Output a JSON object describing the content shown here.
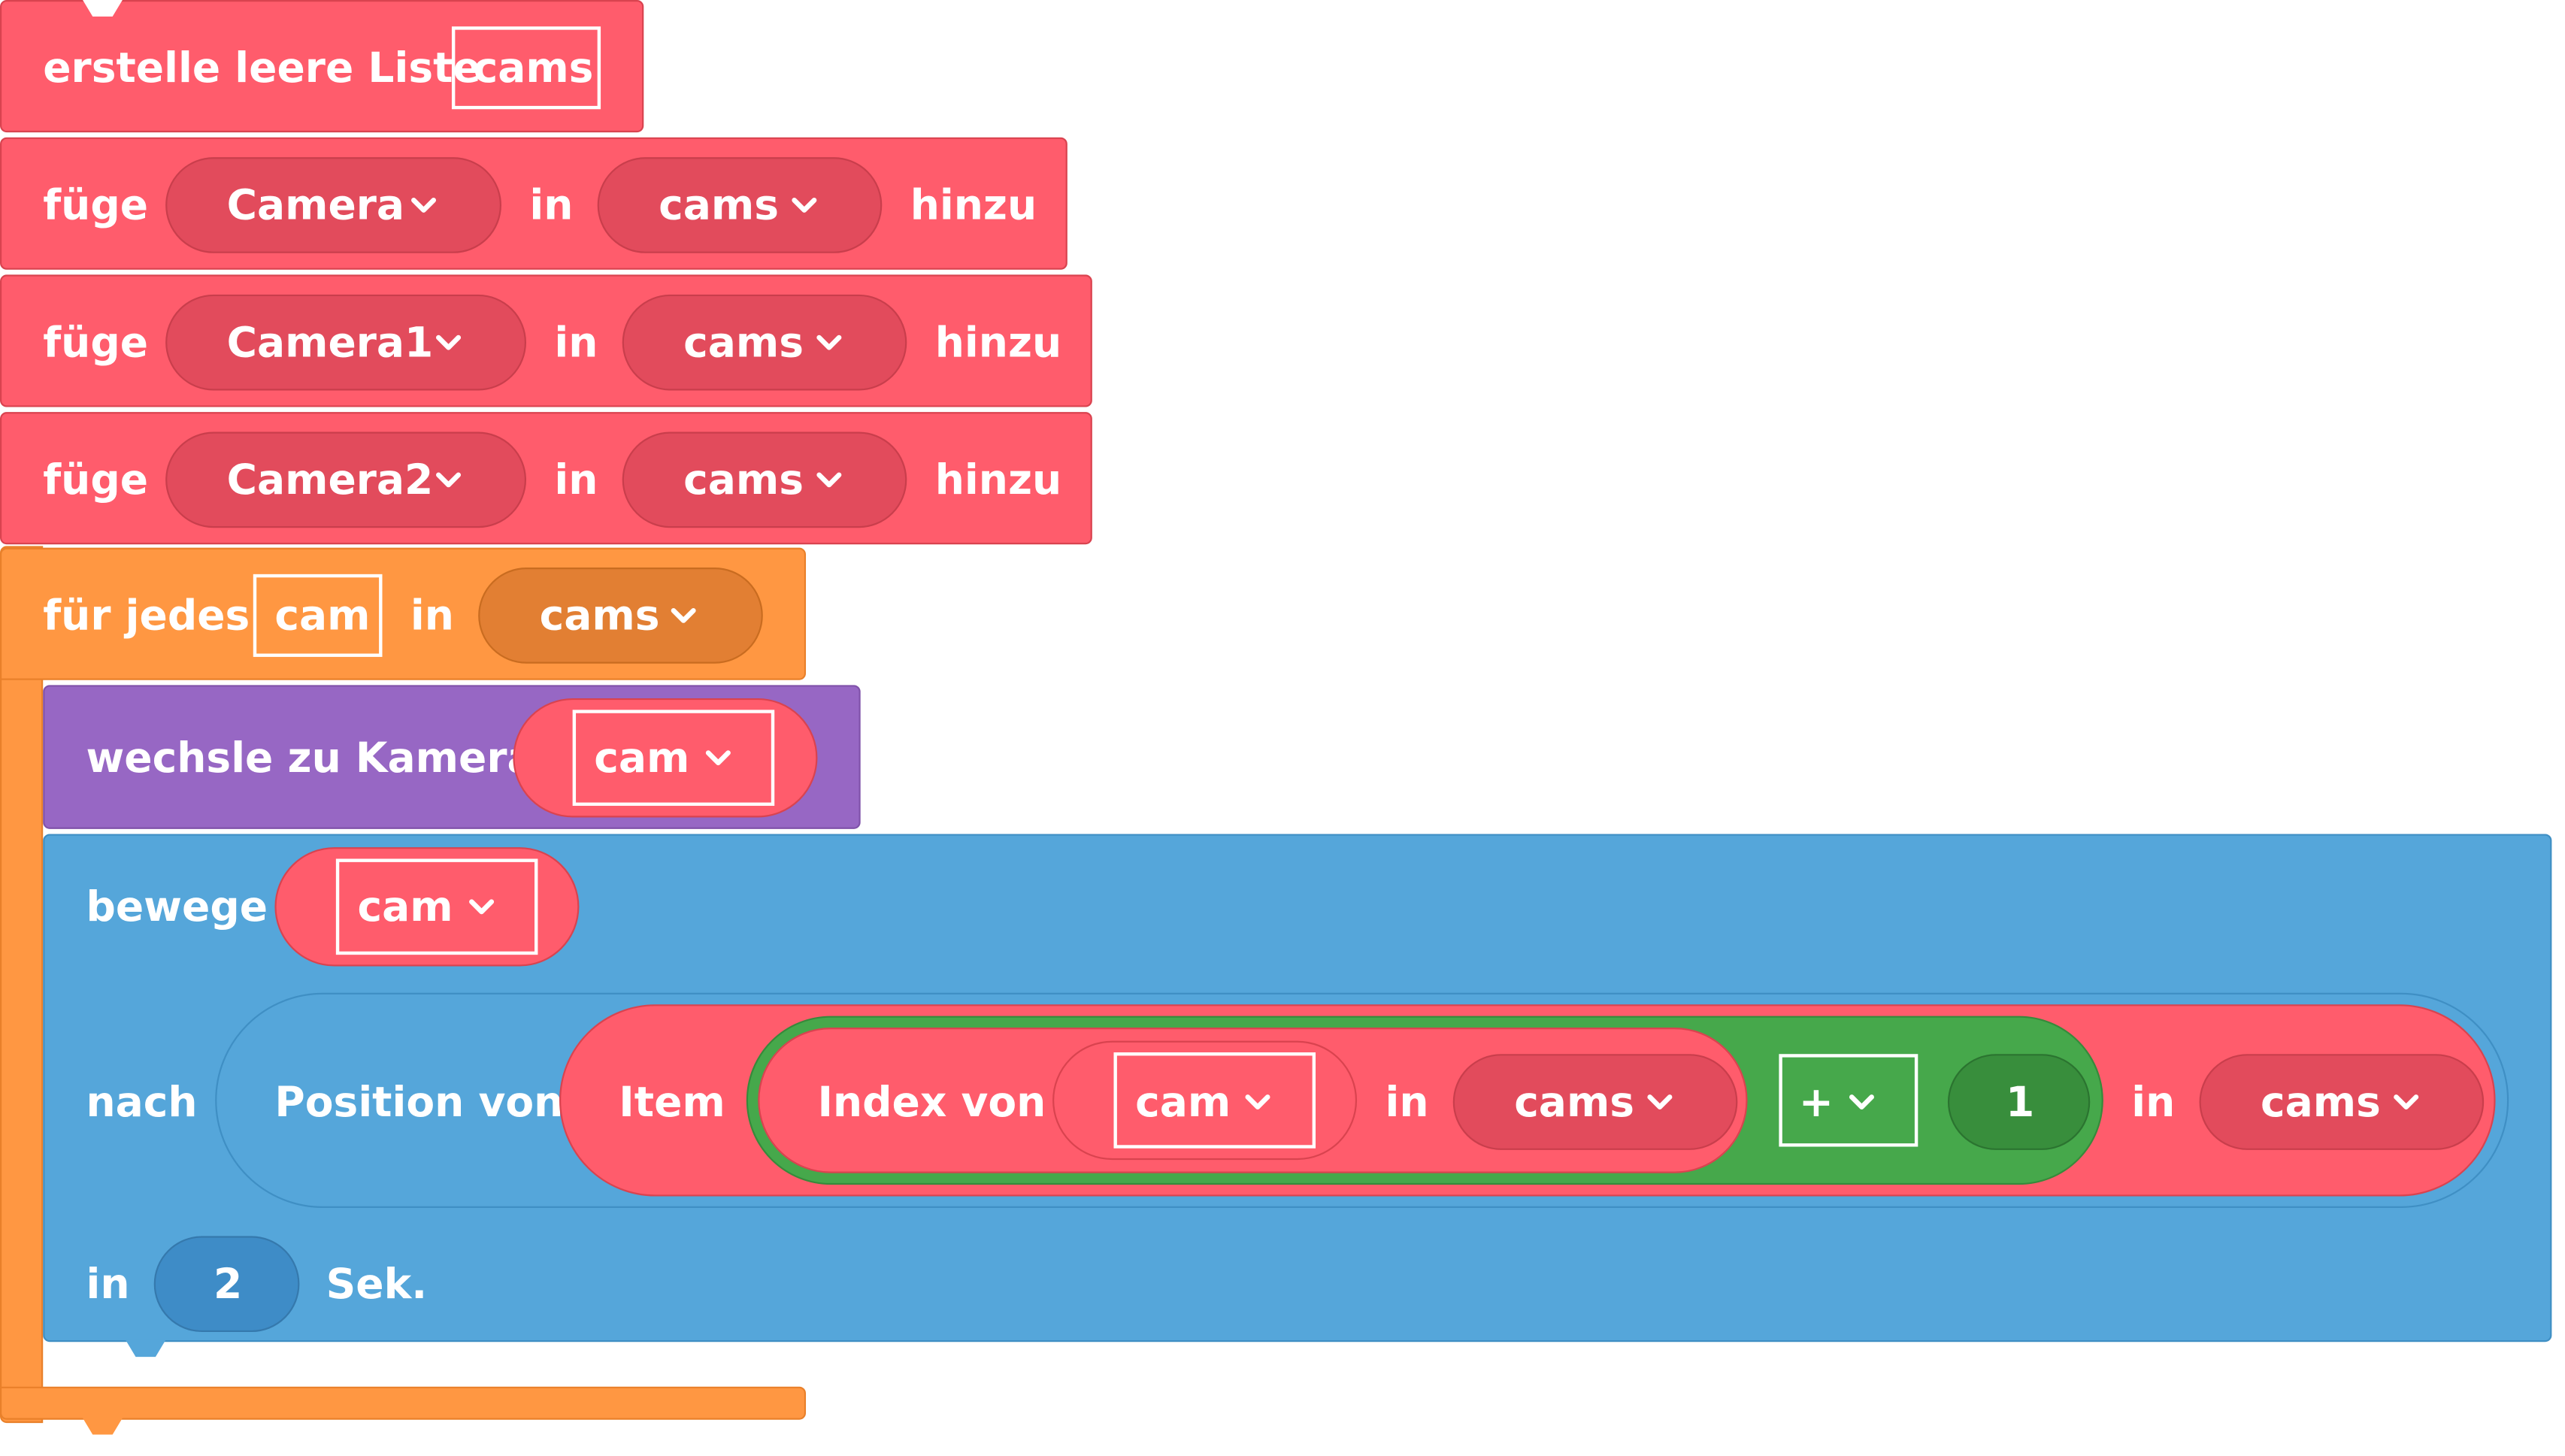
{
  "blocks": {
    "create_list": {
      "label": "erstelle leere Liste",
      "var": "cams"
    },
    "add_1": {
      "label_pre": "füge",
      "item": "Camera",
      "in": "in",
      "list": "cams",
      "label_post": "hinzu"
    },
    "add_2": {
      "label_pre": "füge",
      "item": "Camera1",
      "in": "in",
      "list": "cams",
      "label_post": "hinzu"
    },
    "add_3": {
      "label_pre": "füge",
      "item": "Camera2",
      "in": "in",
      "list": "cams",
      "label_post": "hinzu"
    },
    "for_each": {
      "label": "für jedes",
      "var": "cam",
      "in": "in",
      "list": "cams"
    },
    "switch_camera": {
      "label": "wechsle zu Kamera",
      "var": "cam"
    },
    "move": {
      "label": "bewege",
      "var": "cam",
      "to_label": "nach",
      "position_label": "Position von",
      "item_label": "Item",
      "index_label": "Index von",
      "index_var": "cam",
      "index_in": "in",
      "index_list": "cams",
      "op": "+",
      "operand": "1",
      "item_in": "in",
      "item_list": "cams",
      "in_label": "in",
      "duration": "2",
      "unit": "Sek."
    }
  },
  "icons": {
    "dropdown": "chevron-down-icon"
  },
  "colors": {
    "list": "#ff5c6c",
    "control": "#ff9742",
    "camera": "#9767c4",
    "motion": "#55a6da",
    "math": "#46a84b"
  }
}
